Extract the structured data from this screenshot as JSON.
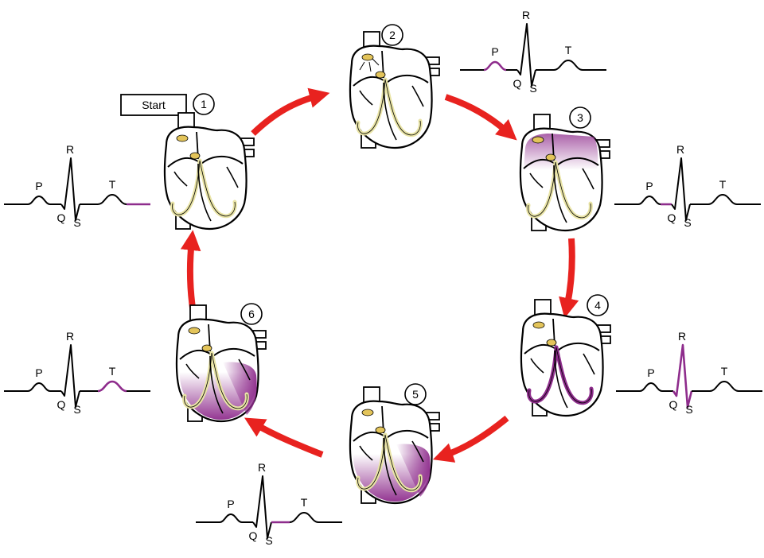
{
  "start_label": "Start",
  "colors": {
    "arrow": "#e8221f",
    "highlight": "#8e2c8c",
    "conduction": "#e9e4a6",
    "node": "#e3c45a",
    "outline": "#000000"
  },
  "stages": [
    {
      "number": "1",
      "ecg_highlight": "after-t"
    },
    {
      "number": "2",
      "ecg_highlight": "p"
    },
    {
      "number": "3",
      "ecg_highlight": "pr"
    },
    {
      "number": "4",
      "ecg_highlight": "qrs"
    },
    {
      "number": "5",
      "ecg_highlight": "st"
    },
    {
      "number": "6",
      "ecg_highlight": "t"
    }
  ],
  "ecg_labels": {
    "p": "P",
    "q": "Q",
    "r": "R",
    "s": "S",
    "t": "T"
  }
}
